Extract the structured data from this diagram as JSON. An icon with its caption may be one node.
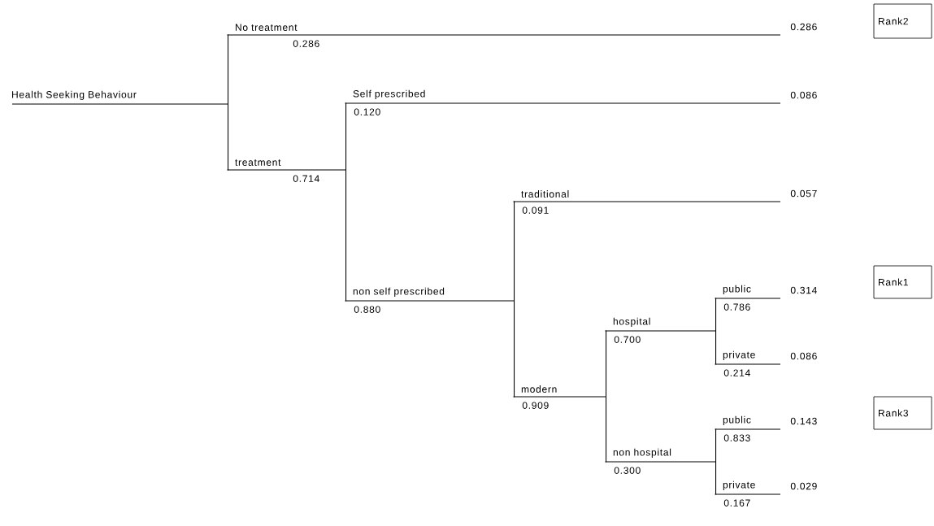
{
  "diagram": {
    "nodes": [
      {
        "text": [
          "Health Seeking Behaviour"
        ]
      },
      {
        "text": [
          "No treatment",
          "0.286"
        ],
        "beside": [
          "0.286"
        ]
      },
      {
        "text": [
          "treatment",
          "0.714"
        ]
      },
      {
        "text": [
          "Self prescribed",
          "0.120"
        ],
        "beside": [
          "0.086"
        ]
      },
      {
        "text": [
          "non self prescribed",
          "0.880"
        ]
      },
      {
        "text": [
          "traditional",
          "0.091"
        ],
        "beside": [
          "0.057"
        ]
      },
      {
        "text": [
          "modern",
          "0.909"
        ]
      },
      {
        "text": [
          "hospital",
          "0.700"
        ]
      },
      {
        "text": [
          "non hospital",
          "0.300"
        ]
      },
      {
        "text": [
          "public",
          "0.786"
        ],
        "beside": [
          "0.314"
        ]
      },
      {
        "text": [
          "private",
          "0.214"
        ],
        "beside": [
          "0.086"
        ]
      },
      {
        "text": [
          "public",
          "0.833"
        ],
        "beside": [
          "0.143"
        ]
      },
      {
        "text": [
          "private",
          "0.167"
        ],
        "beside": [
          "0.029"
        ]
      },
      {
        "text": [
          "Rank2"
        ]
      },
      {
        "text": [
          "Rank1"
        ]
      },
      {
        "text": [
          "Rank3"
        ]
      }
    ],
    "edges": [
      {
        "from": 0,
        "to": 1,
        "arrow": "none"
      },
      {
        "from": 0,
        "to": 2,
        "arrow": "none"
      },
      {
        "from": 2,
        "to": 3,
        "arrow": "none"
      },
      {
        "from": 2,
        "to": 4,
        "arrow": "none"
      },
      {
        "from": 4,
        "to": 5,
        "arrow": "none"
      },
      {
        "from": 4,
        "to": 6,
        "arrow": "none"
      },
      {
        "from": 6,
        "to": 7,
        "arrow": "none"
      },
      {
        "from": 6,
        "to": 8,
        "arrow": "none"
      },
      {
        "from": 7,
        "to": 9,
        "arrow": "none"
      },
      {
        "from": 7,
        "to": 10,
        "arrow": "none"
      },
      {
        "from": 8,
        "to": 11,
        "arrow": "none"
      },
      {
        "from": 8,
        "to": 12,
        "arrow": "none"
      }
    ]
  }
}
